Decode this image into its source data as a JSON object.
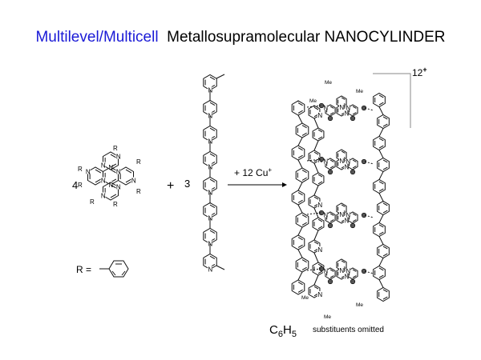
{
  "title": {
    "part1": "Multilevel/Multicell",
    "part2": "Metallosupramolecular  NANOCYLINDER"
  },
  "reaction": {
    "coef_ligand": "4",
    "coef_strand": "3",
    "plus_sign": "+",
    "reagent": "+  12 Cu",
    "reagent_charge": "+",
    "charge_value": "12",
    "charge_sign": "+"
  },
  "r_group": {
    "label": "R =",
    "substituent": "R"
  },
  "atoms": {
    "nitrogen": "N",
    "methyl": "Me"
  },
  "caption": {
    "formula_c": "C",
    "formula_c_sub": "6",
    "formula_h": "H",
    "formula_h_sub": "5",
    "text": "substituents omitted"
  },
  "colors": {
    "title_blue": "#1a1ad6",
    "ink": "#000000"
  }
}
